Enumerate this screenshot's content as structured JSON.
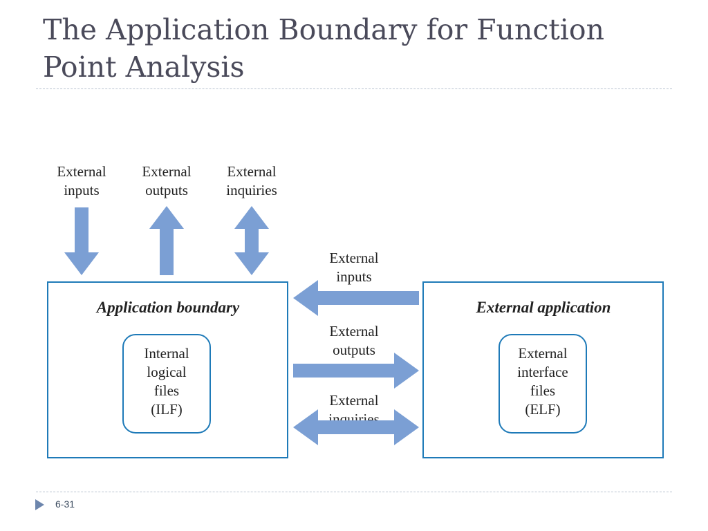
{
  "slide": {
    "title": "The Application Boundary for Function\nPoint Analysis",
    "number": "6-31"
  },
  "diagram": {
    "top_labels": {
      "inputs": [
        "External",
        "inputs"
      ],
      "outputs": [
        "External",
        "outputs"
      ],
      "inquiries": [
        "External",
        "inquiries"
      ]
    },
    "middle_labels": {
      "inputs": [
        "External",
        "inputs"
      ],
      "outputs": [
        "External",
        "outputs"
      ],
      "inquiries": [
        "External",
        "inquiries"
      ]
    },
    "app_box": {
      "title": "Application boundary",
      "inner": [
        "Internal",
        "logical",
        "files",
        "(ILF)"
      ]
    },
    "ext_box": {
      "title": "External application",
      "inner": [
        "External",
        "interface",
        "files",
        "(ELF)"
      ]
    },
    "colors": {
      "arrow": "#7b9fd4",
      "box_border": "#1e7ab8",
      "title_text": "#4a4a5a"
    }
  }
}
